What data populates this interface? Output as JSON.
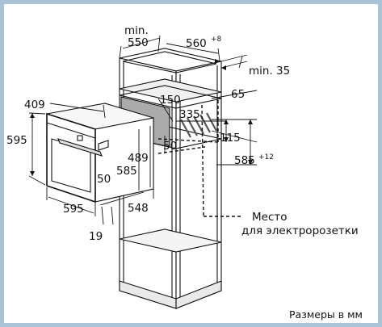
{
  "labels": {
    "min_top": "min.",
    "w550": "550",
    "w560": "560",
    "w560_sup": "+8",
    "min35": "min. 35",
    "d65": "65",
    "d150": "150",
    "d335": "335",
    "d115": "115",
    "d50r": "50",
    "d585r": "585",
    "d585r_sup": "+12",
    "o409": "409",
    "o595h": "595",
    "o489": "489",
    "o585": "585",
    "o50": "50",
    "o595w": "595",
    "o548": "548",
    "o19": "19",
    "socket1": "Место",
    "socket2": "для электророзетки"
  },
  "caption": "Размеры в мм",
  "colors": {
    "frame": "#a9c2d6",
    "line": "#111111",
    "shade": "#9a9a9a",
    "background": "#ffffff"
  }
}
